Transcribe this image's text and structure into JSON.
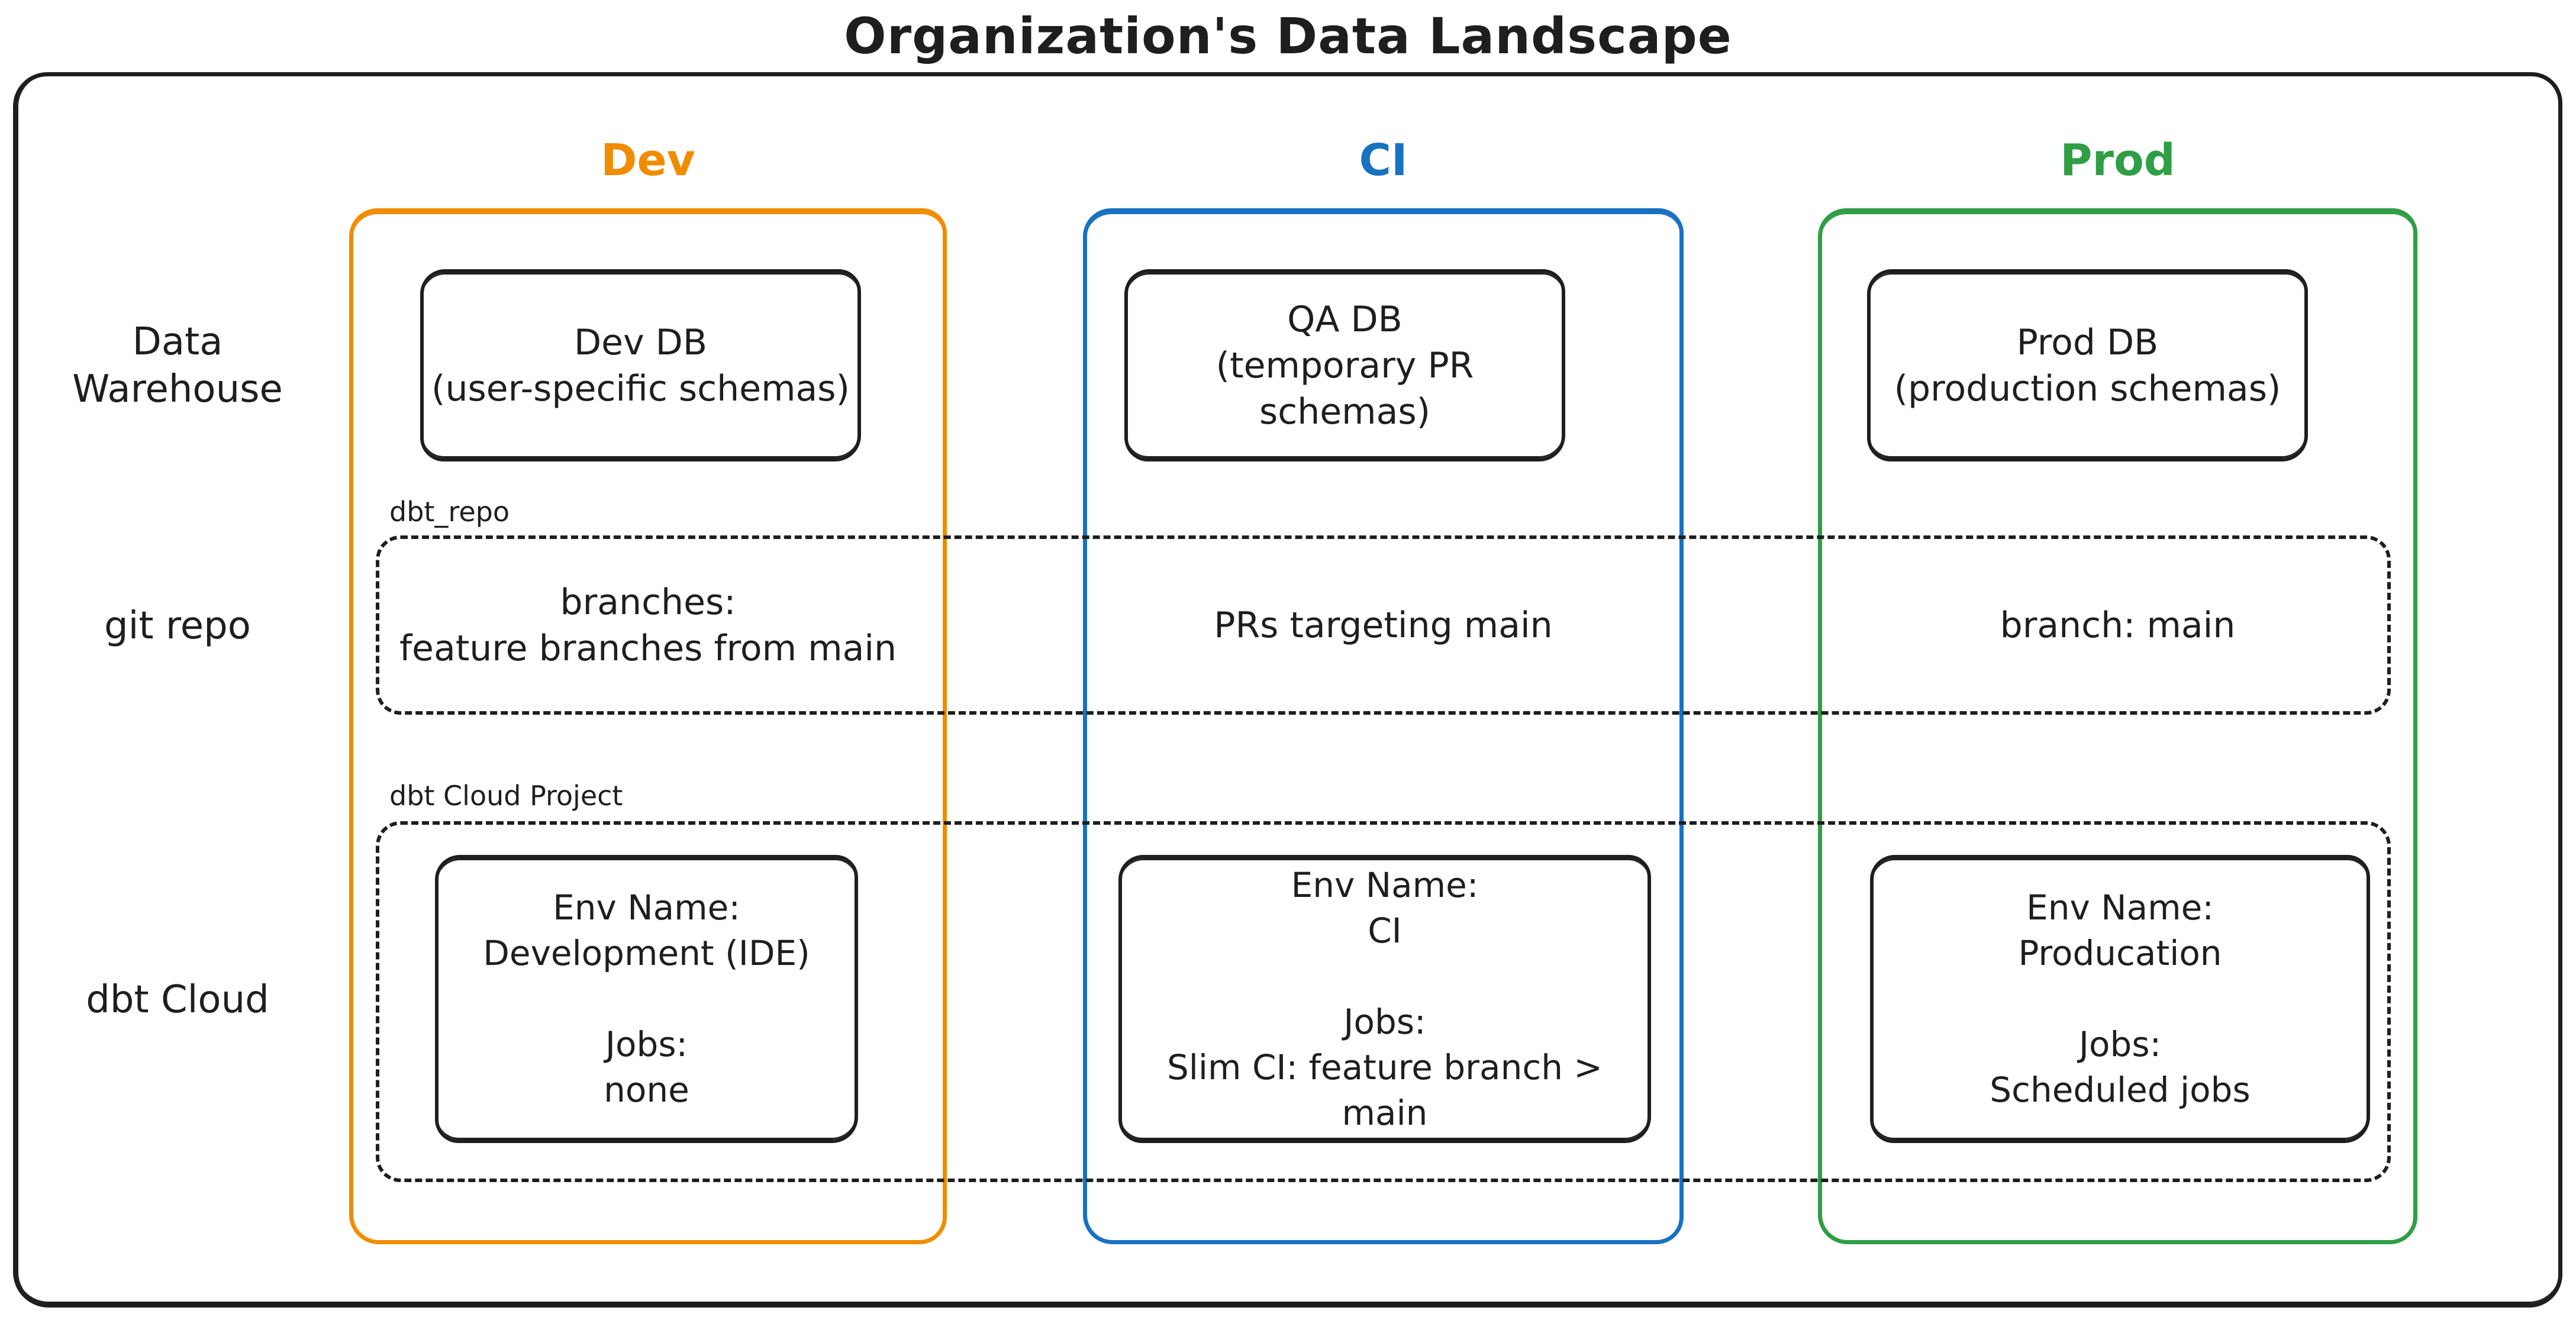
{
  "title": "Organization's Data Landscape",
  "palette": {
    "ink": "#1e1e1e",
    "dev_accent": "#f08c00",
    "ci_accent": "#1971c2",
    "prod_accent": "#2f9e44",
    "background": "#ffffff"
  },
  "row_labels": {
    "warehouse": {
      "lines": [
        "Data",
        "Warehouse"
      ]
    },
    "git": {
      "lines": [
        "git repo"
      ]
    },
    "cloud": {
      "lines": [
        "dbt Cloud"
      ]
    }
  },
  "group_boxes": {
    "git_repo_label": "dbt_repo",
    "dbt_cloud_label": "dbt Cloud Project"
  },
  "columns": [
    {
      "header": "Dev",
      "db_box": {
        "name": "Dev DB",
        "detail": "(user-specific schemas)"
      },
      "git_box": {
        "lines": [
          "branches:",
          "feature branches from main"
        ]
      },
      "cloud_box": {
        "env_label": "Env Name:",
        "env_name": "Development (IDE)",
        "jobs_label": "Jobs:",
        "jobs_value": "none"
      }
    },
    {
      "header": "CI",
      "db_box": {
        "name": "QA DB",
        "detail": "(temporary PR schemas)"
      },
      "git_box": {
        "lines": [
          "PRs targeting main"
        ]
      },
      "cloud_box": {
        "env_label": "Env Name:",
        "env_name": "CI",
        "jobs_label": "Jobs:",
        "jobs_value": "Slim CI: feature branch > main"
      }
    },
    {
      "header": "Prod",
      "db_box": {
        "name": "Prod DB",
        "detail": "(production schemas)"
      },
      "git_box": {
        "lines": [
          "branch: main"
        ]
      },
      "cloud_box": {
        "env_label": "Env Name:",
        "env_name": "Producation",
        "jobs_label": "Jobs:",
        "jobs_value": "Scheduled jobs"
      }
    }
  ]
}
